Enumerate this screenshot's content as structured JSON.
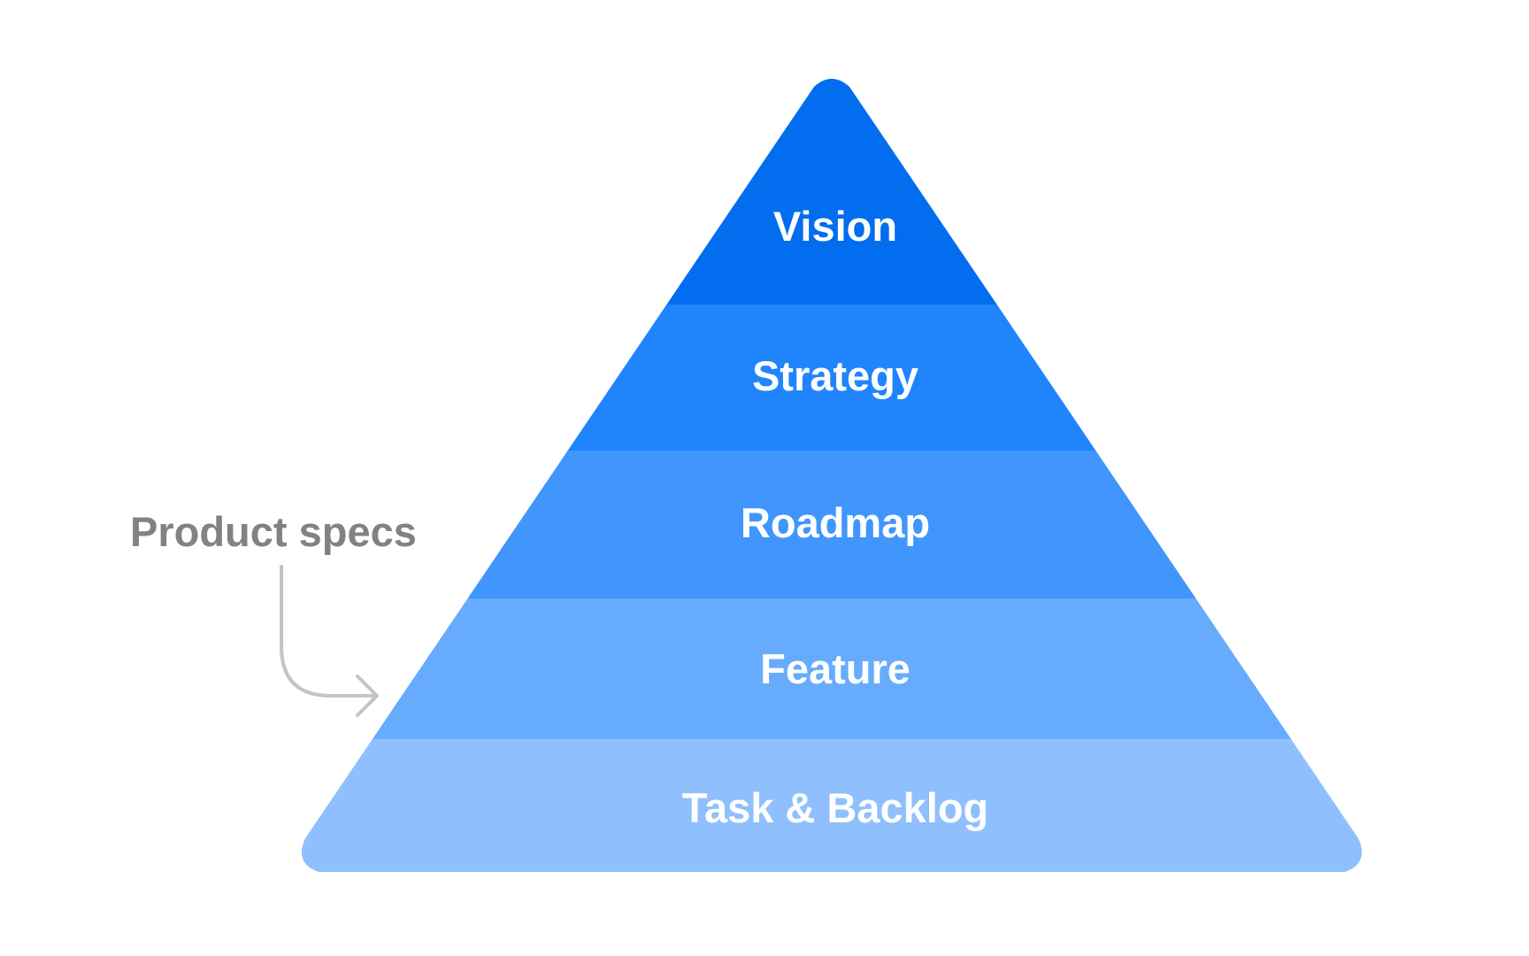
{
  "pyramid": {
    "layers": [
      {
        "label": "Vision",
        "color": "#026DEF"
      },
      {
        "label": "Strategy",
        "color": "#2085FD"
      },
      {
        "label": "Roadmap",
        "color": "#4096FC"
      },
      {
        "label": "Feature",
        "color": "#67ABFD"
      },
      {
        "label": "Task & Backlog",
        "color": "#8FC0FD"
      }
    ]
  },
  "annotation": {
    "label": "Product specs",
    "label_color": "#828282",
    "arrow_color": "#C4C4C4",
    "arrow_icon": "curved-arrow-right-icon"
  }
}
